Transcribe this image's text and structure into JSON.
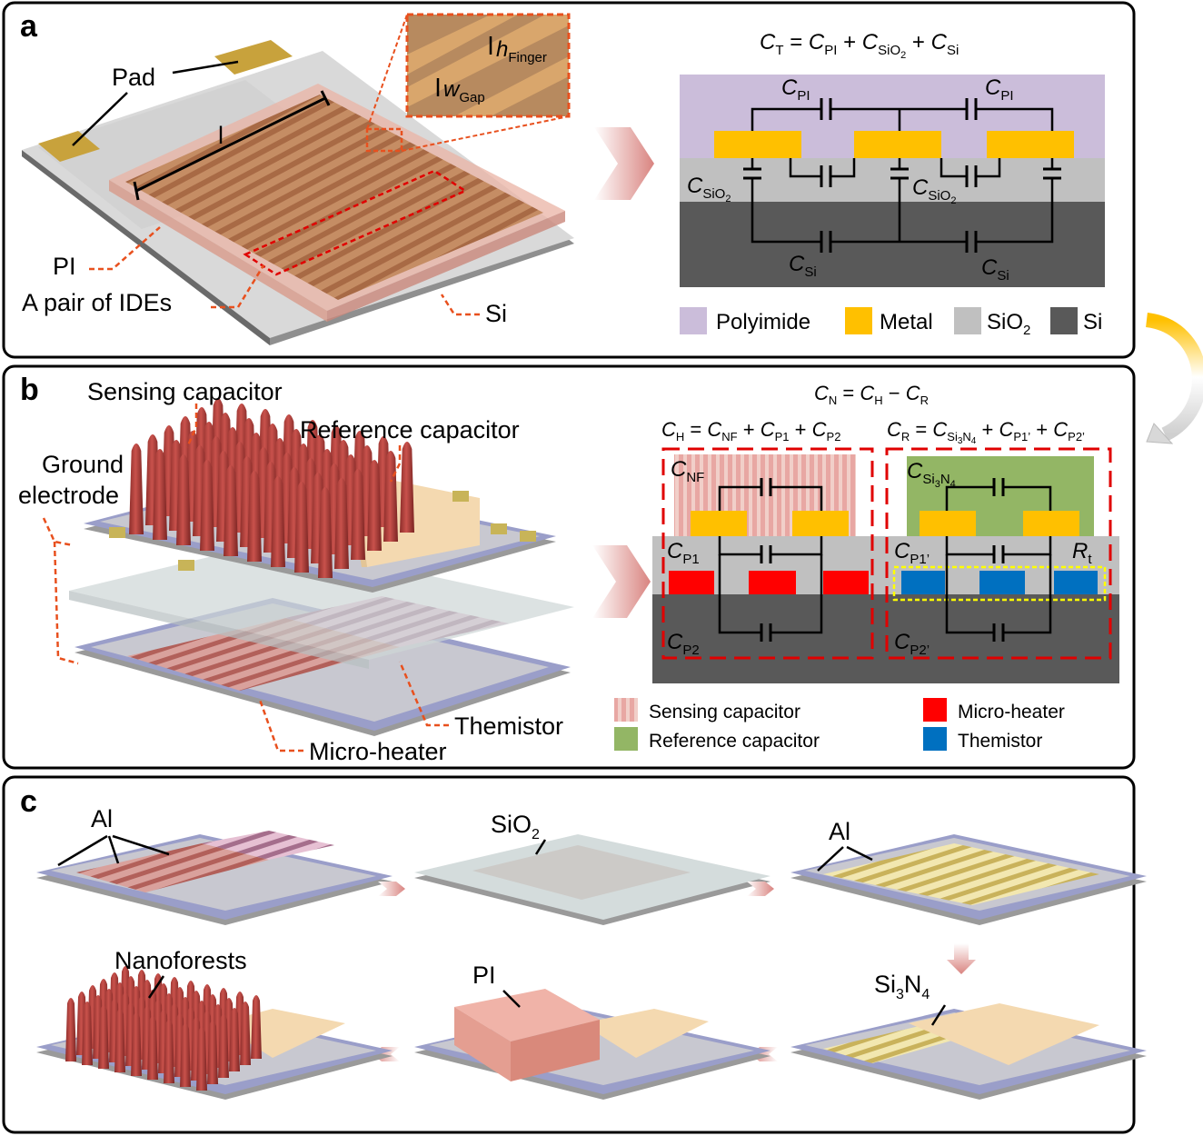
{
  "colors": {
    "polyimide": "#cbbdda",
    "metal": "#ffc000",
    "sio2": "#c0c0c0",
    "si": "#595959",
    "sensing": "#e8a7a3",
    "reference": "#93b665",
    "heater": "#ff0000",
    "thermistor": "#0070c0",
    "leader": "#e8501e",
    "dashed_box": "#e00000",
    "arrow": "#d98480"
  },
  "panel_a": {
    "letter": "a",
    "labels": {
      "pad": "Pad",
      "l": "l",
      "w": "w",
      "w_sub": "Gap",
      "h": "h",
      "h_sub": "Finger",
      "pi": "PI",
      "ide": "A pair of IDEs",
      "si": "Si"
    },
    "equation": {
      "lhs": "C",
      "lhs_sub": "T",
      "t1": "C",
      "t1_sub": "PI",
      "t2": "C",
      "t2_sub": "SiO",
      "t2_sub2": "2",
      "t3": "C",
      "t3_sub": "Si",
      "eq": "=",
      "plus": "+"
    },
    "caps": {
      "c": "C",
      "pi_sub": "PI",
      "sio_sub": "SiO",
      "sio_sub2": "2",
      "si_sub": "Si"
    },
    "legend": [
      {
        "label": "Polyimide"
      },
      {
        "label": "Metal"
      },
      {
        "label": "SiO",
        "sub": "2"
      },
      {
        "label": "Si"
      }
    ]
  },
  "panel_b": {
    "letter": "b",
    "labels": {
      "sensing": "Sensing capacitor",
      "reference": "Reference capacitor",
      "ground1": "Ground",
      "ground2": "electrode",
      "heater": "Micro-heater",
      "thermistor": "Themistor"
    },
    "eq1": {
      "a": "C",
      "a_sub": "N",
      "eq": "=",
      "b": "C",
      "b_sub": "H",
      "minus": "−",
      "c": "C",
      "c_sub": "R"
    },
    "eq2": {
      "a": "C",
      "a_sub": "H",
      "eq": "=",
      "b": "C",
      "b_sub": "NF",
      "plus": "+",
      "c": "C",
      "c_sub": "P1",
      "d": "C",
      "d_sub": "P2"
    },
    "eq3": {
      "a": "C",
      "a_sub": "R",
      "eq": "=",
      "b": "C",
      "b_sub": "Si",
      "b_sub2": "3",
      "b_sub3": "N",
      "b_sub4": "4",
      "plus": "+",
      "c": "C",
      "c_sub": "P1’",
      "d": "C",
      "d_sub": "P2’"
    },
    "caps": {
      "c": "C",
      "nf": "NF",
      "p1": "P1",
      "p2": "P2",
      "si3n4_a": "Si",
      "si3n4_b": "3",
      "si3n4_c": "N",
      "si3n4_d": "4",
      "p1p": "P1’",
      "p2p": "P2’",
      "r": "R",
      "r_sub": "t"
    },
    "legend": {
      "sensing": "Sensing capacitor",
      "reference": "Reference capacitor",
      "heater": "Micro-heater",
      "thermistor": "Themistor"
    }
  },
  "panel_c": {
    "letter": "c",
    "labels": {
      "al1": "Al",
      "sio2": "SiO",
      "sio2_sub": "2",
      "al2": "Al",
      "si3n4_a": "Si",
      "si3n4_b": "3",
      "si3n4_c": "N",
      "si3n4_d": "4",
      "pi": "PI",
      "nanoforests": "Nanoforests"
    }
  }
}
